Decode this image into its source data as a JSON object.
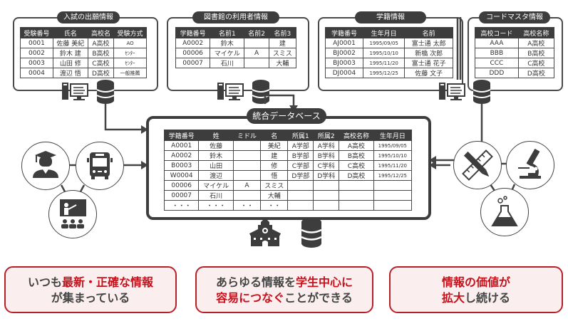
{
  "sources": [
    {
      "title": "入試の出願情報",
      "headers": [
        "受験番号",
        "氏名",
        "高校名",
        "受験方式"
      ],
      "rows": [
        [
          "0001",
          "佐藤 美紀",
          "A高校",
          "AO"
        ],
        [
          "0002",
          "鈴木 建",
          "B高校",
          "ｾﾝﾀｰ"
        ],
        [
          "0003",
          "山田 修",
          "C高校",
          "ｾﾝﾀｰ"
        ],
        [
          "0004",
          "渡辺 悟",
          "D高校",
          "一般推薦"
        ]
      ]
    },
    {
      "title": "図書館の利用者情報",
      "headers": [
        "学籍番号",
        "名前1",
        "名前2",
        "名前3"
      ],
      "rows": [
        [
          "A0002",
          "鈴木",
          "",
          "建"
        ],
        [
          "00006",
          "マイケル",
          "A",
          "スミス"
        ],
        [
          "00007",
          "石川",
          "",
          "大輔"
        ]
      ]
    },
    {
      "title": "学籍情報",
      "headers": [
        "学籍番号",
        "生年月日",
        "名前"
      ],
      "rows": [
        [
          "AJ0001",
          "1995/09/05",
          "富士通 太郎"
        ],
        [
          "BJ0002",
          "1995/10/10",
          "新橋 次郎"
        ],
        [
          "BJ0003",
          "1995/11/20",
          "富士通 花子"
        ],
        [
          "DJ0004",
          "1995/12/25",
          "佐藤 文子"
        ]
      ]
    },
    {
      "title": "コードマスタ情報",
      "headers": [
        "高校コード",
        "高校名称"
      ],
      "rows": [
        [
          "AAA",
          "A高校"
        ],
        [
          "BBB",
          "B高校"
        ],
        [
          "CCC",
          "C高校"
        ],
        [
          "DDD",
          "D高校"
        ]
      ]
    }
  ],
  "integrated": {
    "title": "統合データベース",
    "headers": [
      "学籍番号",
      "姓",
      "ミドル",
      "名",
      "所属1",
      "所属2",
      "高校名称",
      "生年月日"
    ],
    "rows": [
      [
        "A0001",
        "佐藤",
        "",
        "美紀",
        "A学部",
        "A学科",
        "A高校",
        "1995/09/05"
      ],
      [
        "A0002",
        "鈴木",
        "",
        "建",
        "B学部",
        "B学科",
        "B高校",
        "1995/10/10"
      ],
      [
        "B0003",
        "山田",
        "",
        "修",
        "C学部",
        "C学科",
        "C高校",
        "1995/11/20"
      ],
      [
        "W0004",
        "渡辺",
        "",
        "悟",
        "D学部",
        "D学科",
        "D高校",
        "1995/12/25"
      ],
      [
        "00006",
        "マイケル",
        "A",
        "スミス",
        "",
        "",
        "",
        ""
      ],
      [
        "00007",
        "石川",
        "",
        "大輔",
        "",
        "",
        "",
        ""
      ],
      [
        "・・・",
        "・・・",
        "・・",
        "・・",
        "",
        "",
        "",
        ""
      ]
    ]
  },
  "icons": {
    "left_cluster": [
      "graduate-icon",
      "bus-icon",
      "classroom-icon"
    ],
    "right_cluster": [
      "pencil-ruler-icon",
      "microscope-icon",
      "flask-icon"
    ],
    "bottom": [
      "school-building-icon",
      "database-icon"
    ]
  },
  "messages": [
    {
      "parts": [
        [
          "いつも",
          "n"
        ],
        [
          "最新・正確な情報",
          "r"
        ]
      ],
      "line2": [
        [
          "が集まっている",
          "n"
        ]
      ]
    },
    {
      "parts": [
        [
          "あらゆる情報を",
          "n"
        ],
        [
          "学生中心に",
          "r"
        ]
      ],
      "line2": [
        [
          "容易につなぐ",
          "r"
        ],
        [
          "ことができる",
          "n"
        ]
      ]
    },
    {
      "parts": [
        [
          "情報の価値が",
          "r"
        ]
      ],
      "line2": [
        [
          "拡大",
          "r"
        ],
        [
          "し続ける",
          "n"
        ]
      ]
    }
  ],
  "colors": {
    "dark": "#3d3d3d",
    "accent_red": "#c8101b",
    "message_bg": "#fbeeee",
    "message_border": "#b7202a"
  }
}
